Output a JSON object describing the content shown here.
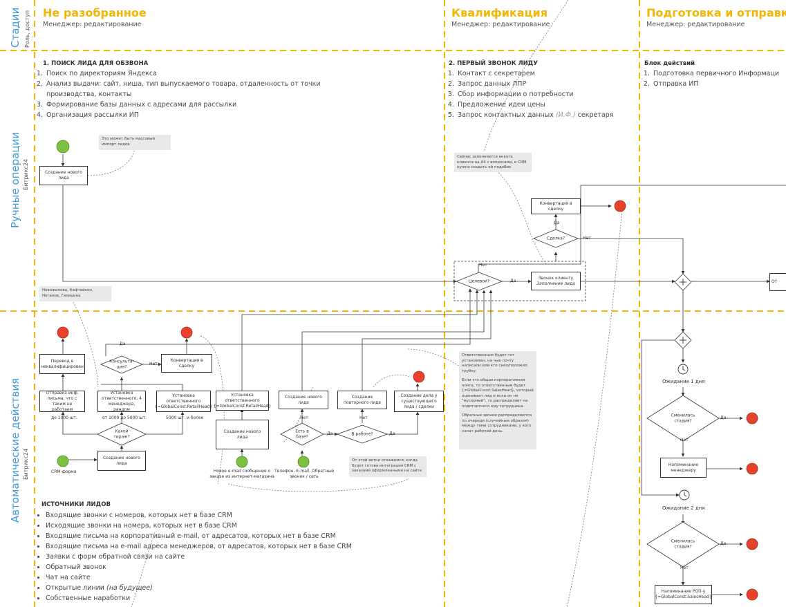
{
  "lanes": {
    "stages": {
      "title": "Стадии",
      "sub": "Роль, доступ"
    },
    "manual": {
      "title": "Ручные операции",
      "sub": "Битрикс24"
    },
    "auto": {
      "title": "Автоматические действия",
      "sub": "Битрикс24"
    }
  },
  "stages": [
    {
      "name": "Не разобранное",
      "role": "Менеджер: редактирование"
    },
    {
      "name": "Квалификация",
      "role": "Менеджер: редактирование"
    },
    {
      "name": "Подготовка и отправка ИП",
      "role": "Менеджер: редактирование"
    }
  ],
  "blocks": {
    "search": {
      "title": "1. ПОИСК ЛИДА ДЛЯ ОБЗВОНА",
      "items": [
        "Поиск по директориям Яндекса",
        "Анализ выдачи: сайт, ниша, тип выпускаемого товара, отдаленность от точки производства, контакты",
        "Формирование базы данных с адресами для рассылки",
        "Организация рассылки ИП"
      ]
    },
    "call": {
      "title": "2. ПЕРВЫЙ ЗВОНОК ЛИДУ",
      "items": [
        "Контакт с секретарем",
        "Запрос данных ЛПР",
        "Сбор информации о потребности",
        "Предложение идеи цены"
      ],
      "item5_pre": "Запрос контактных данных ",
      "item5_em": "(И.Ф.)",
      "item5_post": " секретаря"
    },
    "actions": {
      "title": "Блок действий",
      "items": [
        "Подготовка первичного Информаци",
        "Отправка ИП"
      ]
    },
    "sources": {
      "title": "ИСТОЧНИКИ ЛИДОВ",
      "items": [
        "Входящие звонки с номеров, которых нет в базе CRM",
        "Исходящие звонки на номера, которых нет в базе CRM",
        "Входящие письма на корпоративный e-mail, от адресатов, которых нет в базе CRM",
        "Входящие письма на e-mail адреса менеджеров, от адресатов, которых нет в базе CRM",
        "Заявки с форм обратной связи на сайте",
        "Обратный звонок",
        "Чат на сайте"
      ],
      "open_pre": "Открытые линии ",
      "open_em": "(на будущее)",
      "last": "Собственные наработки"
    }
  },
  "notes": {
    "mass_import": "Это может быть массовый импорт лидов",
    "names": "Новожилова, Кафтайкин, Неганов, Галицина",
    "anketa": "Сейчас заполняется анкета клиента на А4 с вопросами, в CRM нужно создать ей подобие",
    "responsible_1": "Ответственным будет тот установлен, на чью почту написали или кто снял/положил трубку.",
    "responsible_2": "Если это общая корпоративная почта, то ответственным будет {=GlobalConst.SalesHead}, который оценивает лид и если он не \"мусорный\", то распределяет на подотчетного ему сотрудника.",
    "responsible_3": "Обратные звонки распределяются по очереди (случайным образом) между теми сотрудниками, у кого начат рабочий день.",
    "refuse": "От этой ветки откажемся, когда будет готова интеграция CRM с заказами оформленными на сайте"
  },
  "boxes": {
    "create_lead_manual": "Создание нового лида",
    "convert_deal_top": "Конвертация в сделку",
    "call_client_1": "Звонок клиенту",
    "call_client_2": "Заполнение лида",
    "right_cut": "От",
    "transfer": "Перевод в неквалифицирован",
    "send_info": "Отправка инф. письма, что с таким не работаем",
    "set_resp_4": "Установка ответственного, 4 менеджера, рандом",
    "set_resp_retail": "Установка ответственного {=GlobalConst.RetailHead}",
    "convert_deal_mid": "Конвертация в сделку",
    "set_resp_retail2": "Установка ответственного {=GlobalConst.RetailHead}",
    "create_lead_form": "Создание нового лида",
    "create_lead_email": "Создание нового лида",
    "create_lead_mid": "Создание нового лида",
    "create_repeat": "Создание повторного лида",
    "create_deal_existing": "Создание дела у существующего лида / сделки",
    "remind_manager": "Напоминание менеджеру",
    "remind_roi": "Напоминание РОП-у {=GlobalConst.SalesHead}"
  },
  "diamonds": {
    "target": "Целевой?",
    "deal": "Сделка?",
    "consult": "Консульта-ция?",
    "which_tier": "Какой тираж?",
    "in_base": "Есть в базе?",
    "in_work": "В работе?",
    "stage_changed_1": "Сменилась стадия?",
    "stage_changed_2": "Сменилась стадия?"
  },
  "labels": {
    "yes": "Да",
    "no": "Нет",
    "upto_1000": "до 1000 шт.",
    "from_1000_5000": "от 1000 до 5000 шт.",
    "from_5000": "5000 шт. и более",
    "crm_form": "CRM-форма",
    "new_email": "Новое e-mail сообщение о заказе из интернет-магазина",
    "phone_email": "Телефон, E-mail, Обратный звонок / сеть",
    "wait_1": "Ожидание 1 дня",
    "wait_2": "Ожидание 2 дня"
  },
  "colors": {
    "accent_yellow": "#f2b705",
    "lane_blue": "#3d9ad6",
    "start_green": "#7cc142",
    "end_red": "#e8412c",
    "note_gray": "#e9e9e9"
  }
}
